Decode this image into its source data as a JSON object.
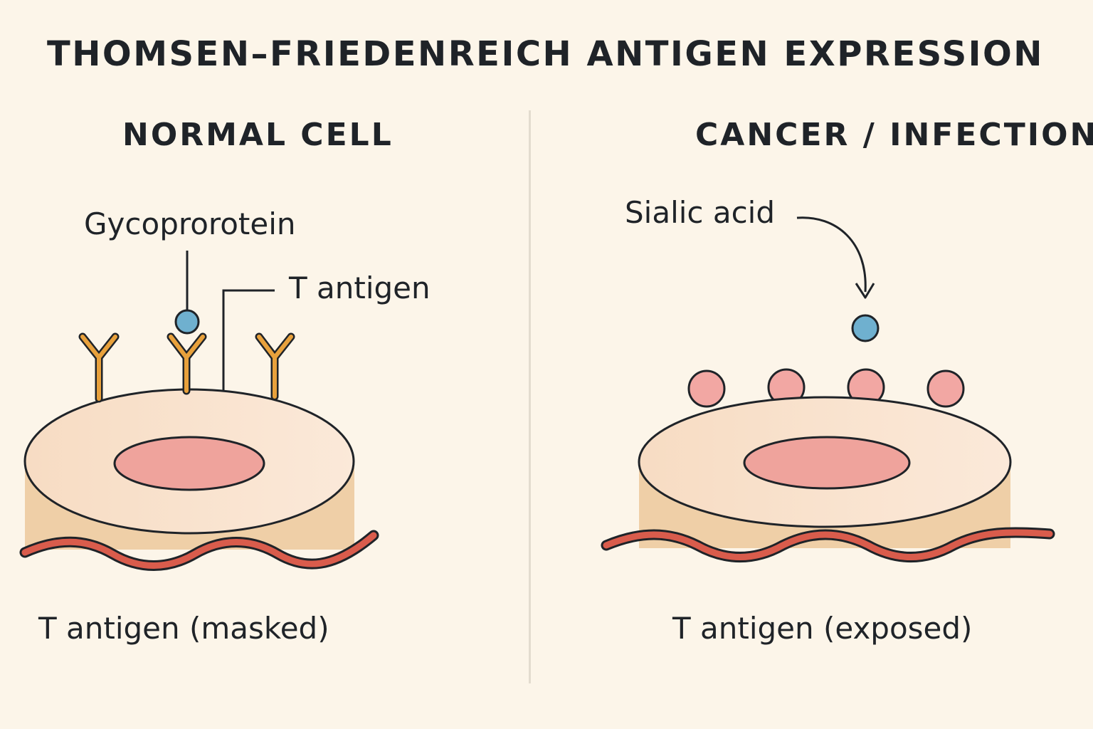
{
  "title": "THOMSEN–FRIEDENREICH ANTIGEN EXPRESSION",
  "left_panel": {
    "heading": "NORMAL CELL",
    "label_glycoprotein": "Gycoprorotein",
    "label_t_antigen": "T antigen",
    "caption": "T antigen (masked)"
  },
  "right_panel": {
    "heading": "CANCER / INFECTION",
    "label_sialic_acid": "Sialic acid",
    "caption": "T antigen (exposed)"
  },
  "colors": {
    "background": "#fcf5e9",
    "outline": "#1f2328",
    "cell_top": "#f9e3cf",
    "cell_side": "#efcfa7",
    "nucleus": "#efa39c",
    "membrane_wave": "#d95c4c",
    "glycoprotein": "#e8a13c",
    "sialic_acid": "#6fb0cf",
    "exposed_t_antigen": "#f2a7a3",
    "divider": "#e3dccf"
  }
}
